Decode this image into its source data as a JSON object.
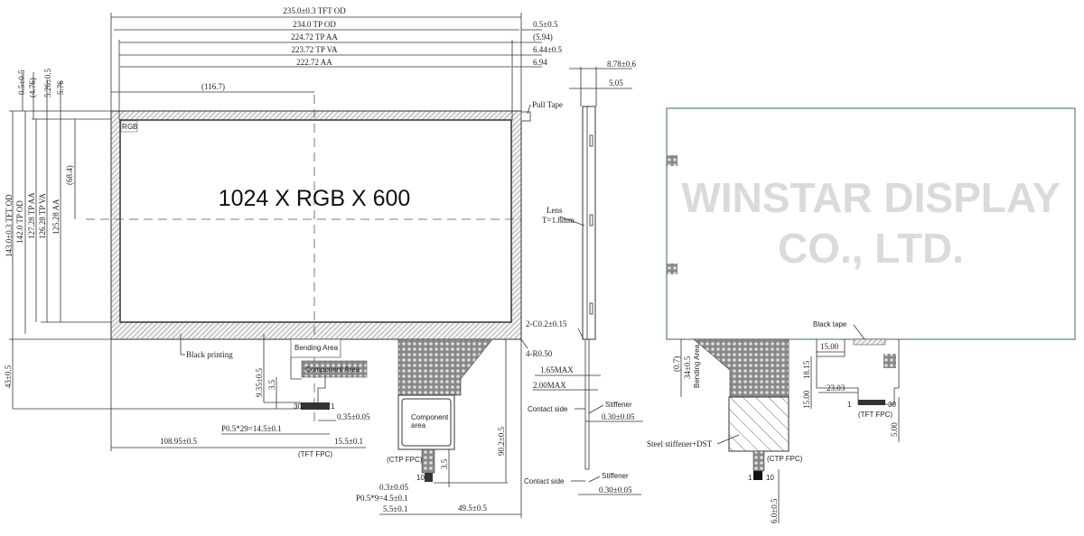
{
  "front_view": {
    "resolution": "1024 X RGB X 600",
    "rgb": [
      "R",
      "G",
      "B"
    ],
    "dim_top": [
      "235.0±0.3 TFT OD",
      "234.0 TP OD",
      "224.72 TP AA",
      "223.72 TP VA",
      "222.72 AA"
    ],
    "dim_center_x": "(116.7)",
    "dim_right": [
      "0.5±0.5",
      "(5.94)",
      "6.44±0.5",
      "6.94"
    ],
    "dim_left_top": [
      "0.5±0.5",
      "(4.76)",
      "5.26±0.5",
      "5.76"
    ],
    "dim_left": [
      "143.0±0.3 TFT OD",
      "142.0 TP OD",
      "127.28 TP AA",
      "126.28 TP VA",
      "125.28 AA"
    ],
    "dim_center_y": "(68.4)",
    "dim_bottom_left": "43±0.5",
    "pull_tape": "Pull Tape",
    "black_printing": "Black printing",
    "bending_area": "Bending Area",
    "component_area": "Component Area",
    "dim_935": "9.35±0.5",
    "dim_35": "3.5",
    "pin_30": "30",
    "pin_1": "1",
    "dim_035": "0.35±0.05",
    "pitch_tft": "P0.5*29=14.5±0.1",
    "dim_10895": "108.95±0.5",
    "dim_155": "15.5±0.1",
    "tft_fpc": "(TFT FPC)",
    "ctp_component": [
      "Component",
      "area"
    ],
    "ctp_fpc": "(CTP FPC)",
    "ctp_35": "3.5",
    "ctp_pin_10": "10",
    "dim_902": "90.2±0.5",
    "dim_03": "0.3±0.05",
    "pitch_ctp": "P0.5*9=4.5±0.1",
    "dim_55": "5.5±0.1",
    "dim_495": "49.5±0.5",
    "radius": "4-R0.50"
  },
  "side_view": {
    "dim_878": "8.78±0.6",
    "dim_505": "5.05",
    "lens": [
      "Lens",
      "T=1.8mm"
    ],
    "chamfer": "2-C0.2±0.15",
    "max165": "1.65MAX",
    "max200": "2.00MAX",
    "contact_side_1": "Contact side",
    "stiffener_1": "Stiffener",
    "stiff_thk_1": "0.30±0.05",
    "contact_side_2": "Contact side",
    "stiffener_2": "Stiffener",
    "stiff_thk_2": "0.30±0.05"
  },
  "back_view": {
    "black_tape": "Black tape",
    "dim_07": "(0.7)",
    "dim_34": "34±0.5",
    "bending_area": "Bending Area",
    "dim_1500a": "15.00",
    "dim_1815": "18.15",
    "dim_2303": "23.03",
    "dim_1500b": "15.00",
    "pin_1": "1",
    "pin_30": "30",
    "tft_fpc": "(TFT FPC)",
    "dim_500": "5.00",
    "steel": "Steel stiffener+DST",
    "ctp_fpc": "(CTP FPC)",
    "ctp_pin_1": "1",
    "ctp_pin_10": "10",
    "dim_60": "6.0±0.5"
  },
  "watermark": "WINSTAR DISPLAY CO., LTD."
}
